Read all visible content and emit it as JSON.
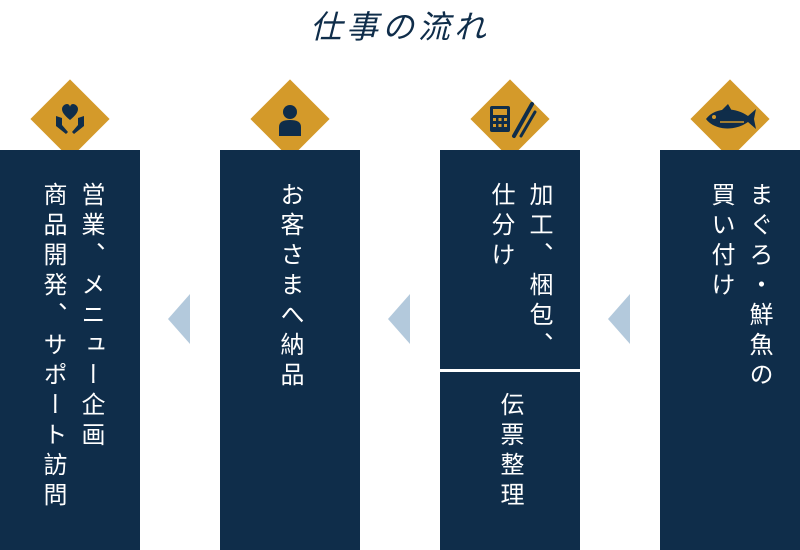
{
  "title": "仕事の流れ",
  "steps": [
    {
      "label": "まぐろ・鮮魚の\n買い付け",
      "icon": "tuna-fish-icon"
    },
    {
      "label": "加工、梱包、\n仕分け",
      "sub_label": "伝票整理",
      "icon": "calculator-knife-icon"
    },
    {
      "label": "お客さまへ納品",
      "icon": "person-icon"
    },
    {
      "label": "営業、メニュー企画\n商品開発、サポート訪問",
      "icon": "heart-hands-icon"
    }
  ],
  "colors": {
    "panel": "#0f2d4a",
    "accent": "#d49a2a",
    "arrow": "#b3c9dc"
  }
}
